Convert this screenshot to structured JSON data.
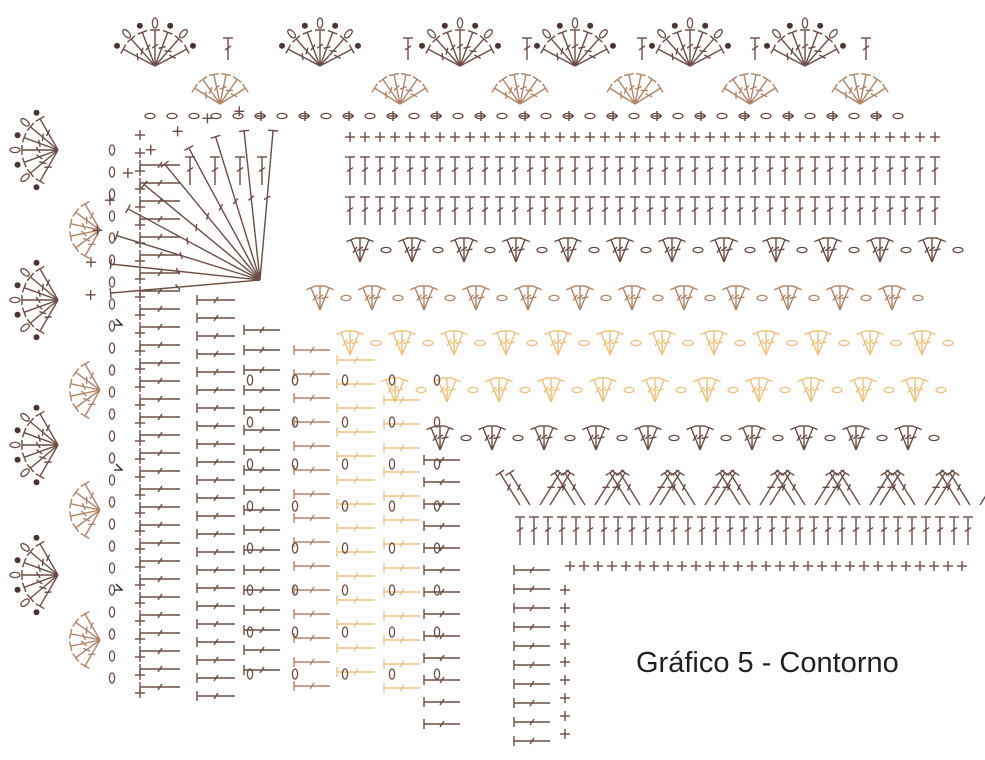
{
  "title": "Gráfico 5 - Contorno",
  "colors": {
    "brown": "#6b4d44",
    "tan": "#b28466",
    "light": "#f2c27a",
    "dark_dot": "#4a3530",
    "background": "#ffffff",
    "text": "#231f20"
  },
  "stitch_symbols": {
    "sc": "cross",
    "dc": "t-bar",
    "hdc": "t-short",
    "ch": "oval",
    "picot": "dot-loop",
    "sl_st": "dot",
    "start_marker": "start-marker"
  }
}
